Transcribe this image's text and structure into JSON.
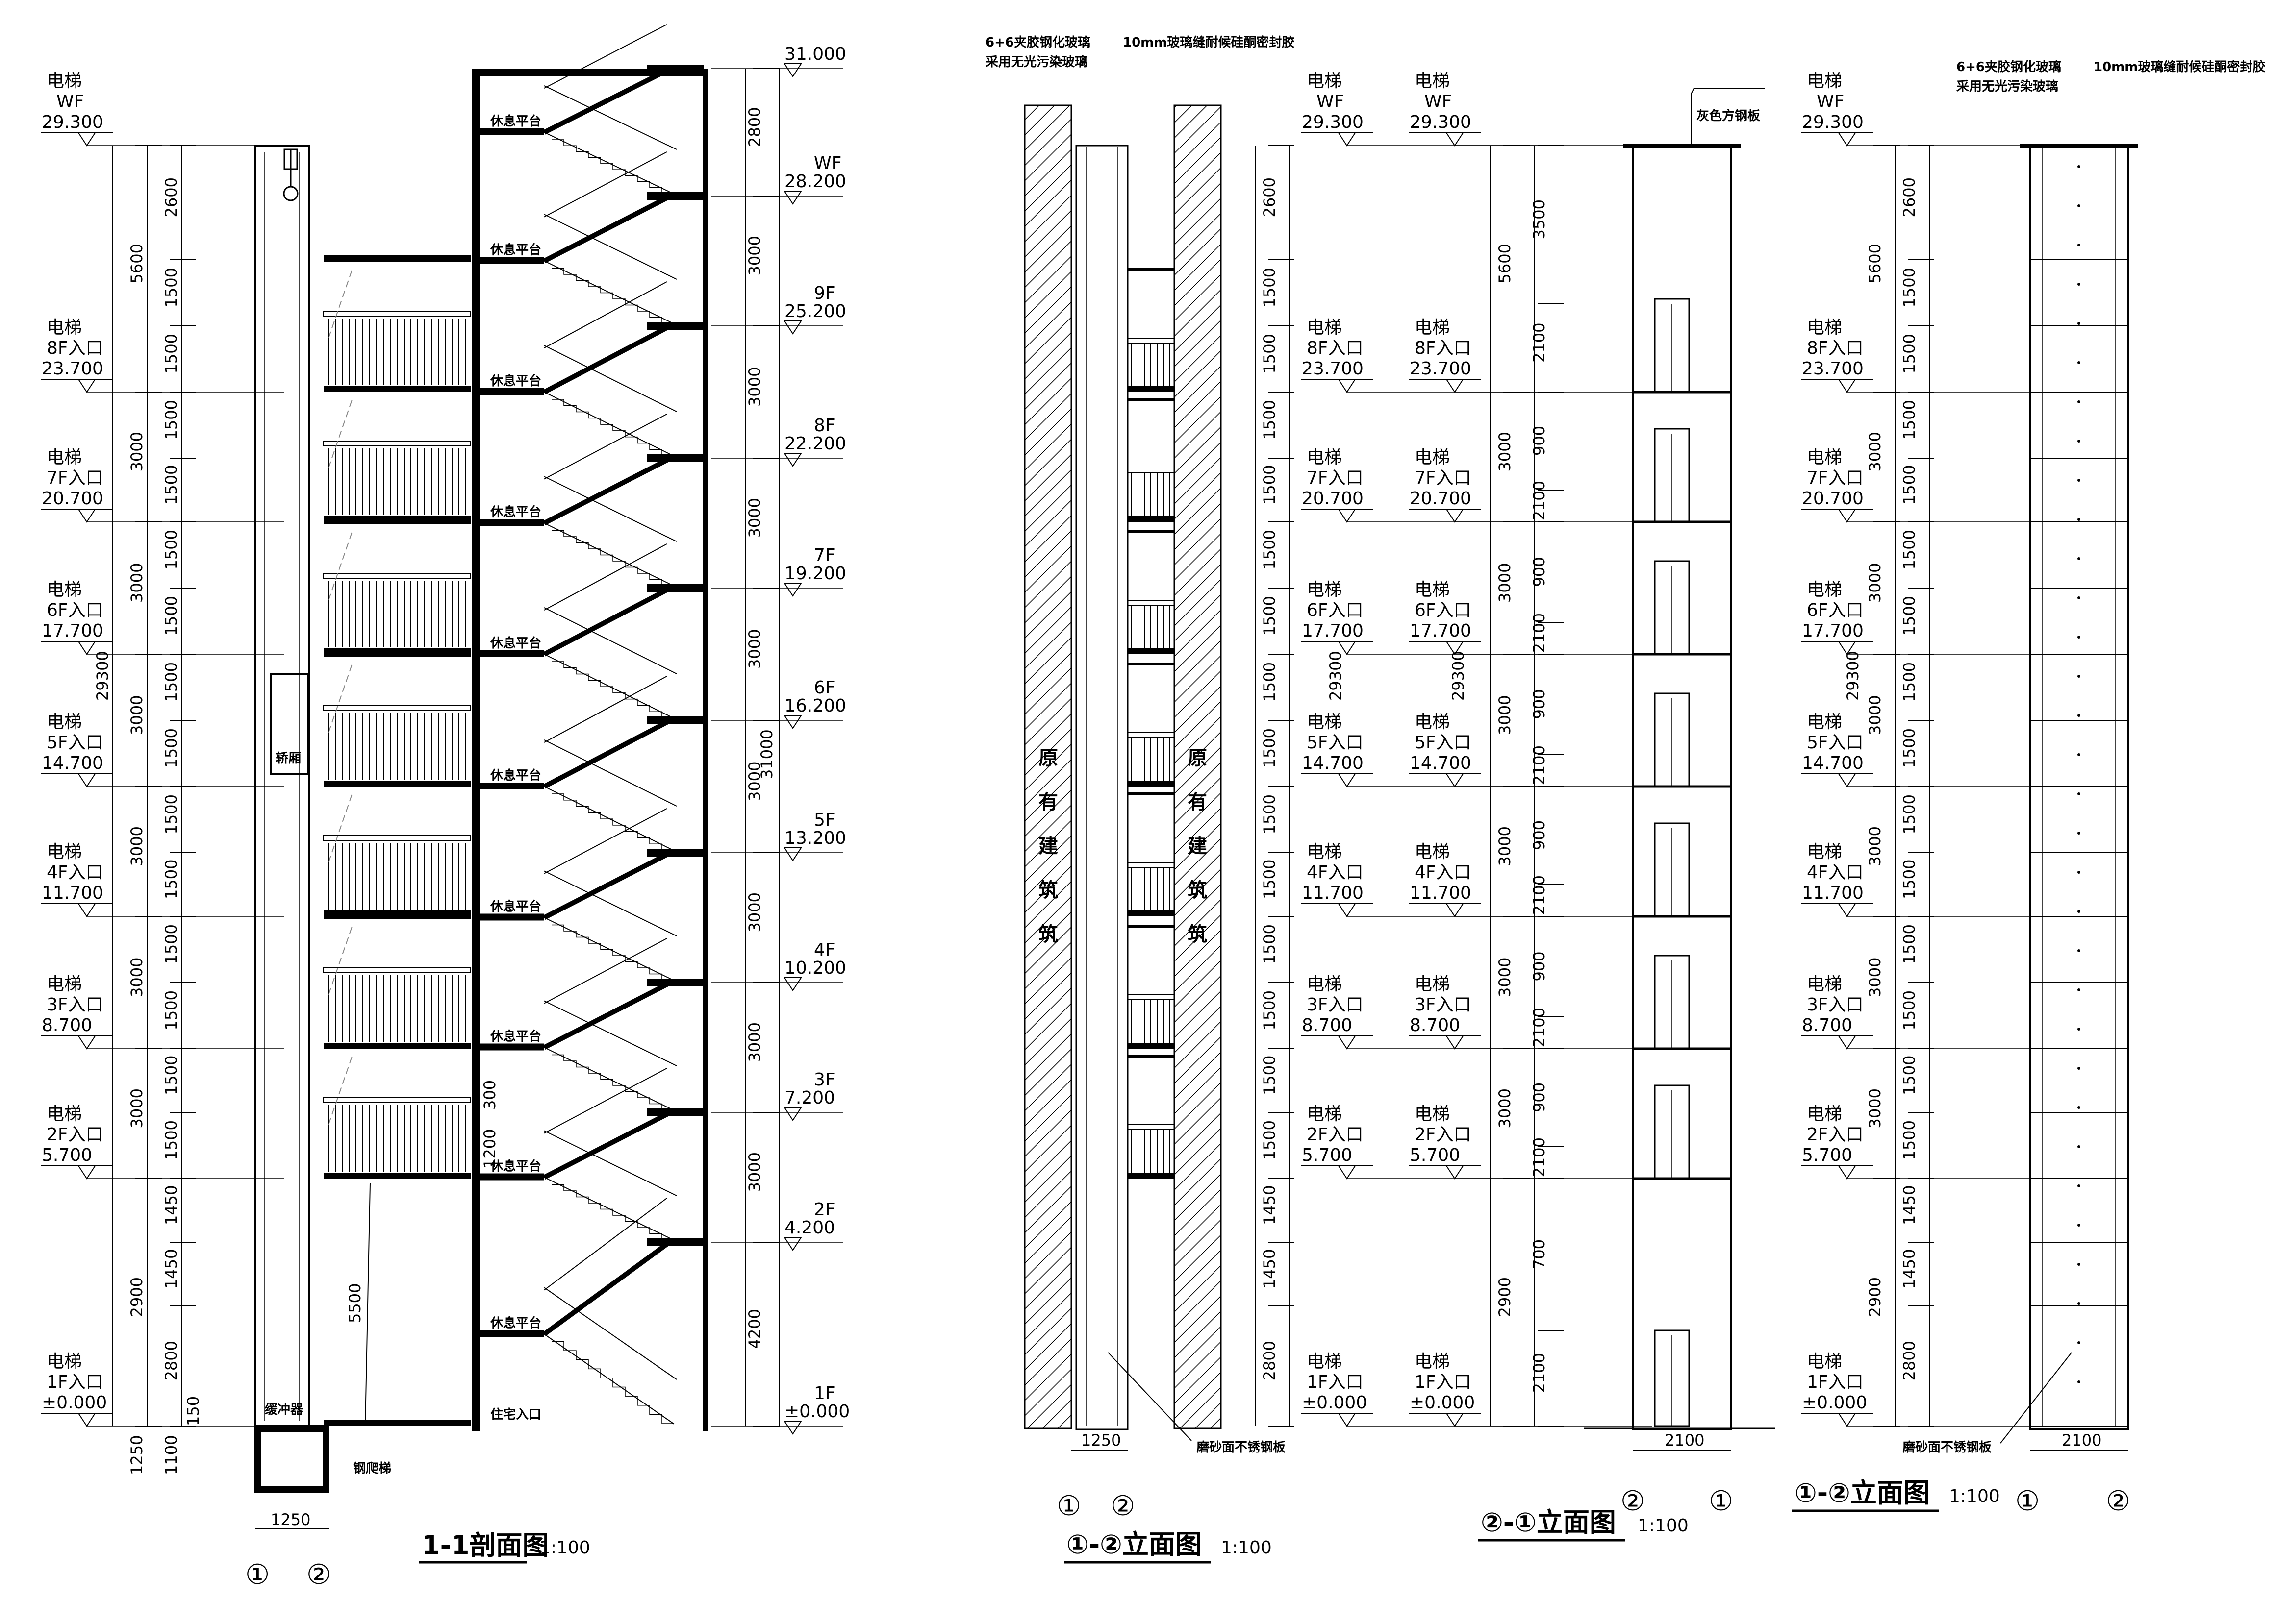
{
  "sheet": {
    "section": {
      "caption": "1-1剖面图",
      "scale": "1:100"
    },
    "elev_a": {
      "caption": "①-②立面图",
      "scale": "1:100"
    },
    "elev_b": {
      "caption": "②-①立面图",
      "scale": "1:100"
    },
    "elev_c": {
      "caption": "①-②立面图",
      "scale": "1:100"
    }
  },
  "axes": {
    "one": "①",
    "two": "②"
  },
  "elevator_levels": [
    {
      "name": "电梯",
      "floor": "WF",
      "value": "29.300"
    },
    {
      "name": "电梯",
      "floor": "8F入口",
      "value": "23.700"
    },
    {
      "name": "电梯",
      "floor": "7F入口",
      "value": "20.700"
    },
    {
      "name": "电梯",
      "floor": "6F入口",
      "value": "17.700"
    },
    {
      "name": "电梯",
      "floor": "5F入口",
      "value": "14.700"
    },
    {
      "name": "电梯",
      "floor": "4F入口",
      "value": "11.700"
    },
    {
      "name": "电梯",
      "floor": "3F入口",
      "value": "8.700"
    },
    {
      "name": "电梯",
      "floor": "2F入口",
      "value": "5.700"
    },
    {
      "name": "电梯",
      "floor": "1F入口",
      "value": "±0.000"
    }
  ],
  "house_levels": [
    {
      "floor": "",
      "value": "31.000"
    },
    {
      "floor": "WF",
      "value": "28.200"
    },
    {
      "floor": "9F",
      "value": "25.200"
    },
    {
      "floor": "8F",
      "value": "22.200"
    },
    {
      "floor": "7F",
      "value": "19.200"
    },
    {
      "floor": "6F",
      "value": "16.200"
    },
    {
      "floor": "5F",
      "value": "13.200"
    },
    {
      "floor": "4F",
      "value": "10.200"
    },
    {
      "floor": "3F",
      "value": "7.200"
    },
    {
      "floor": "2F",
      "value": "4.200"
    },
    {
      "floor": "1F",
      "value": "±0.000"
    }
  ],
  "dims": {
    "left_inner": [
      "2600",
      "1500",
      "1500",
      "1500",
      "1500",
      "1500",
      "1500",
      "1500",
      "1500",
      "1500",
      "1500",
      "1500",
      "1500",
      "1500",
      "1500",
      "1450",
      "1450",
      "2800"
    ],
    "left_outer": [
      "5600",
      "3000",
      "3000",
      "3000",
      "3000",
      "3000",
      "3000",
      "2900",
      "2800"
    ],
    "left_total": "29300",
    "pit": [
      "150",
      "1100",
      "1250"
    ],
    "width_1250": "1250",
    "width_2100": "2100",
    "stair_floors": [
      "2800",
      "3000",
      "3000",
      "3000",
      "3000",
      "3000",
      "3000",
      "3000",
      "3000",
      "4200"
    ],
    "stair_total": "31000",
    "misc": [
      "5500",
      "1200",
      "300"
    ],
    "elev_b_inner": [
      "3500",
      "2100",
      "900",
      "2100",
      "900",
      "2100",
      "900",
      "2100",
      "900",
      "2100",
      "900",
      "2100",
      "900",
      "2100",
      "700",
      "2100"
    ]
  },
  "labels": {
    "platform": "休息平台",
    "entrance": "住宅入口",
    "car": "轿厢",
    "buffer": "缓冲器",
    "ladder": "钢爬梯",
    "glass_a": "6+6夹胶钢化玻璃",
    "glass_b": "采用无光污染玻璃",
    "seal": "10mm玻璃缝耐候硅酮密封胶",
    "steel": "灰色方钢板",
    "stainless": "磨砂面不锈钢板",
    "existing": [
      "原",
      "有",
      "建",
      "筑",
      "筑"
    ]
  }
}
